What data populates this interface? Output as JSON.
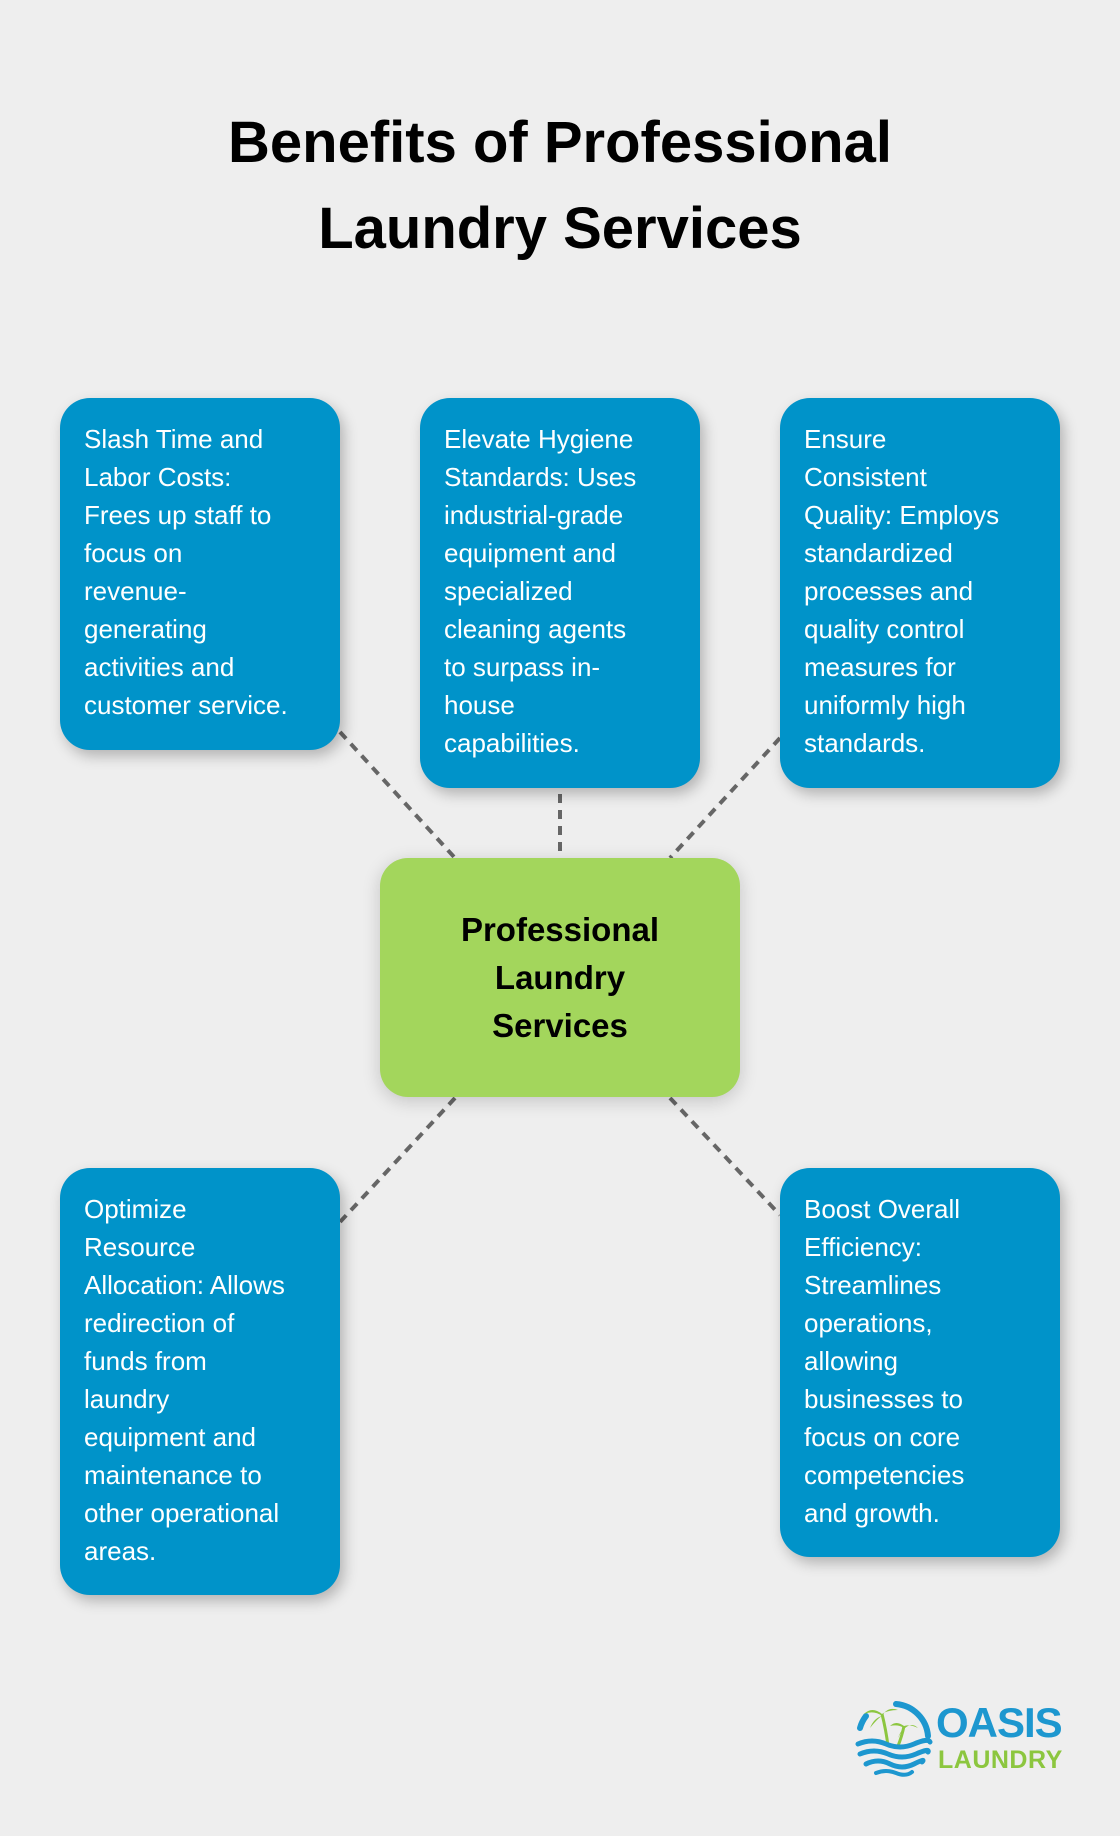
{
  "title": {
    "lines": [
      "Benefits of Professional",
      "Laundry Services"
    ]
  },
  "center_node": {
    "lines": [
      "Professional",
      "Laundry",
      "Services"
    ]
  },
  "benefits": [
    {
      "position": "top-left",
      "lines": [
        "Slash Time and",
        "Labor Costs:",
        "Frees up staff to",
        "focus on",
        "revenue-",
        "generating",
        "activities and",
        "customer service."
      ]
    },
    {
      "position": "top-center",
      "lines": [
        "Elevate Hygiene",
        "Standards: Uses",
        "industrial-grade",
        "equipment and",
        "specialized",
        "cleaning agents",
        "to surpass in-",
        "house",
        "capabilities."
      ]
    },
    {
      "position": "top-right",
      "lines": [
        "Ensure",
        "Consistent",
        "Quality: Employs",
        "standardized",
        "processes and",
        "quality control",
        "measures for",
        "uniformly high",
        "standards."
      ]
    },
    {
      "position": "bottom-left",
      "lines": [
        "Optimize",
        "Resource",
        "Allocation: Allows",
        "redirection of",
        "funds from",
        "laundry",
        "equipment and",
        "maintenance to",
        "other operational",
        "areas."
      ]
    },
    {
      "position": "bottom-right",
      "lines": [
        "Boost Overall",
        "Efficiency:",
        "Streamlines",
        "operations,",
        "allowing",
        "businesses to",
        "focus on core",
        "competencies",
        "and growth."
      ]
    }
  ],
  "logo": {
    "word_1": "OASIS",
    "word_2": "LAUNDRY",
    "icon": "palm-tree-waves-icon"
  },
  "colors": {
    "background": "#EEEEEE",
    "benefit_box": "#0093C9",
    "center_box": "#A3D65C",
    "connector": "#666666",
    "logo_blue": "#1D97CF",
    "logo_green": "#8CC63F"
  }
}
